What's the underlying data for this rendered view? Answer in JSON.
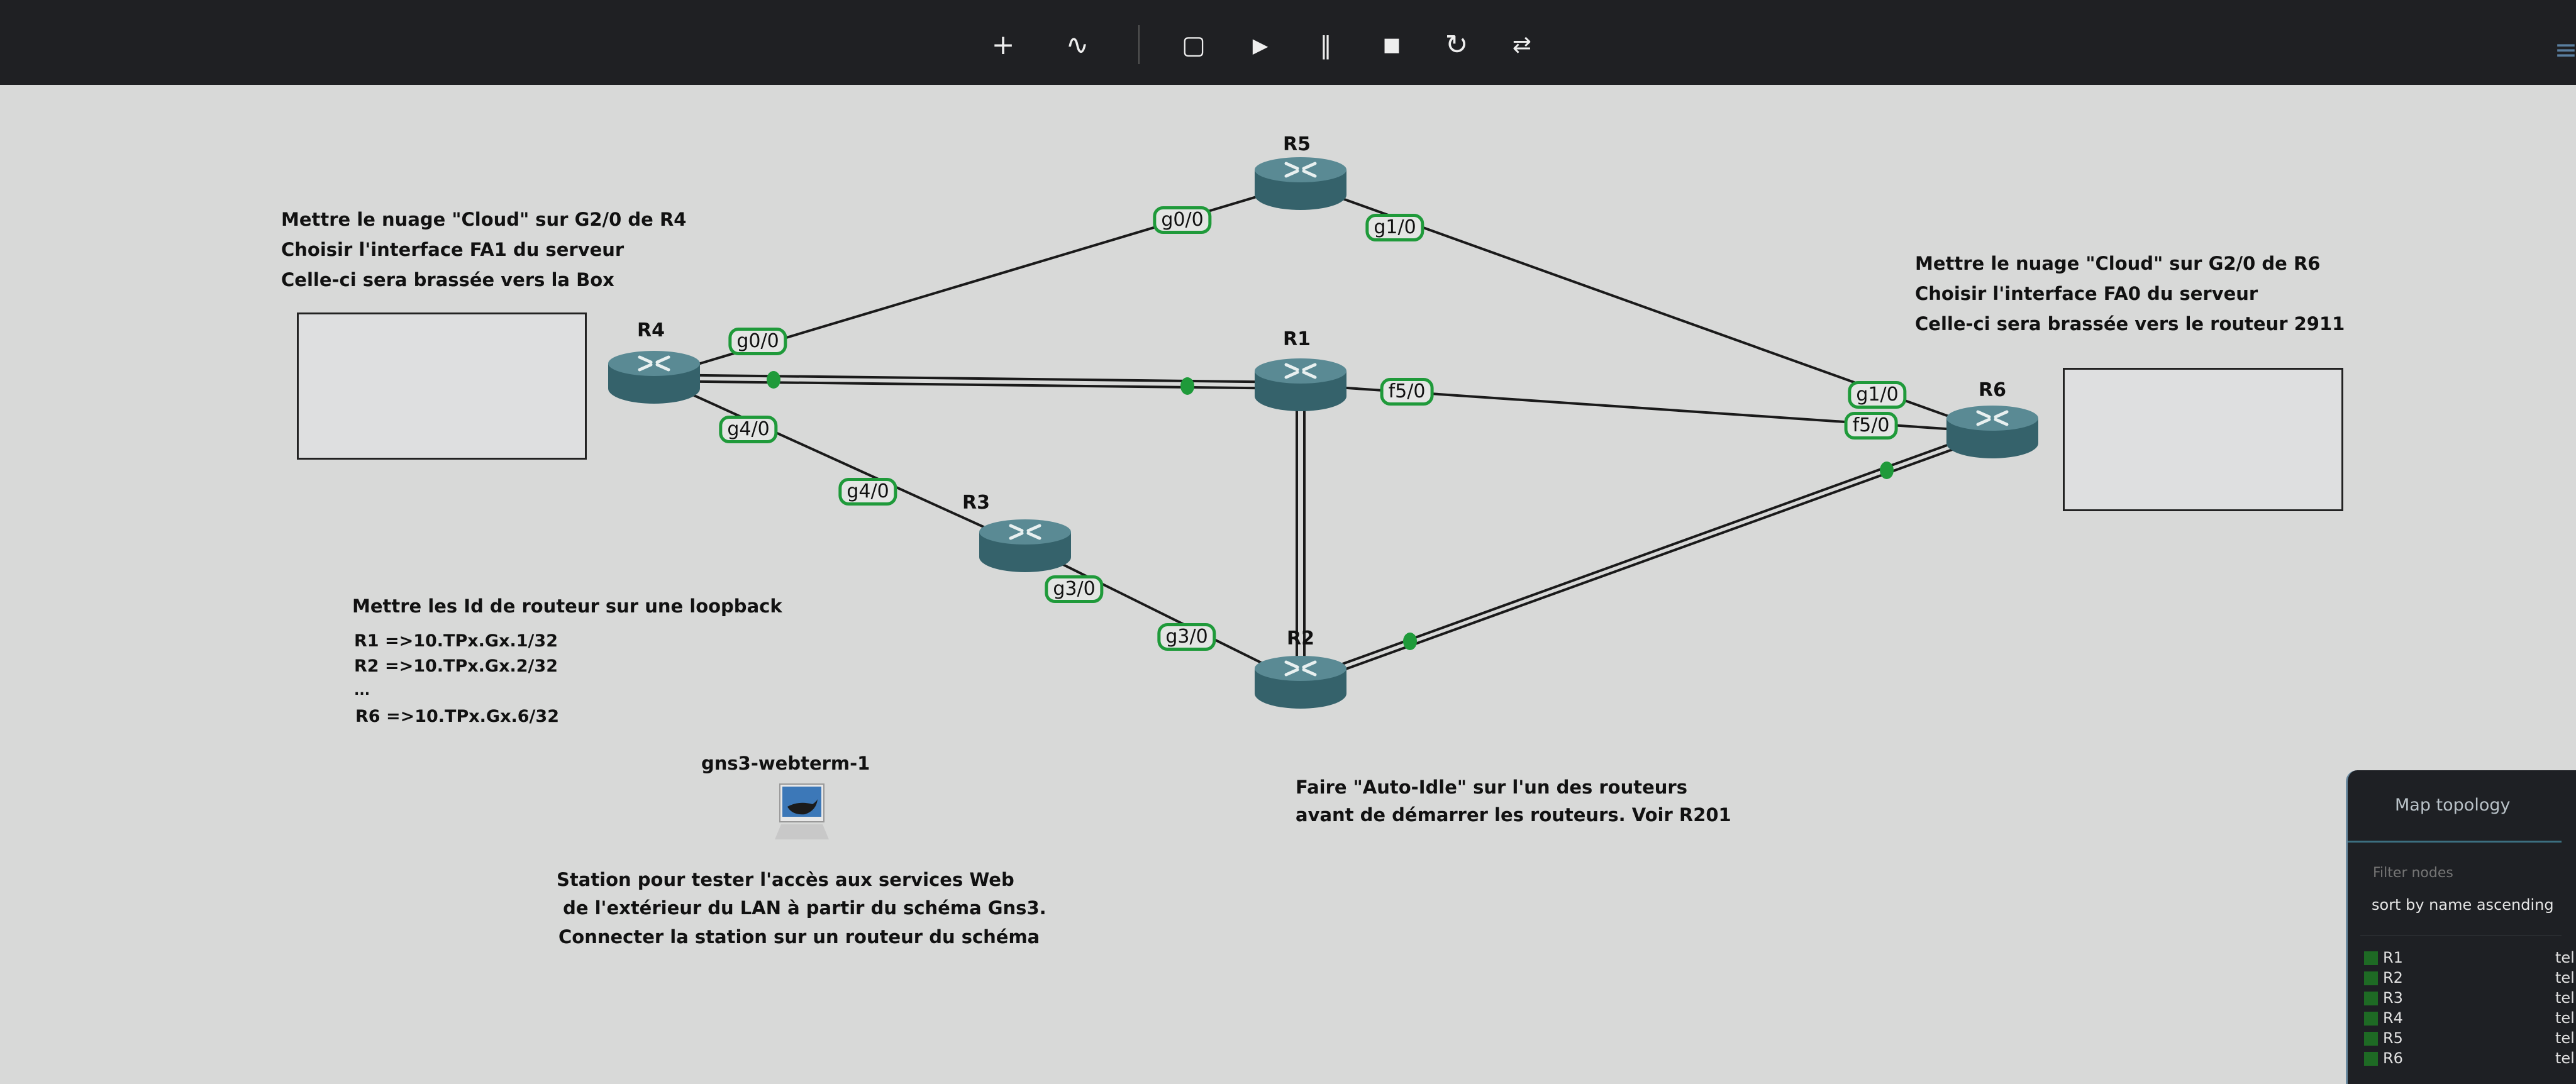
{
  "toolbar": {
    "icons": [
      "add-node-icon",
      "draw-link-icon",
      "console-icon",
      "start-icon",
      "pause-icon",
      "stop-icon",
      "reload-icon",
      "compress-icon",
      "menu-icon"
    ],
    "glyphs": {
      "add": "+",
      "link": "∿",
      "console": "▢",
      "start": "▶",
      "pause": "‖",
      "stop": "■",
      "reload": "↻",
      "compress": "⇄",
      "menu": "≡"
    }
  },
  "nodes": {
    "R1": "R1",
    "R2": "R2",
    "R3": "R3",
    "R4": "R4",
    "R5": "R5",
    "R6": "R6",
    "webterm": "gns3-webterm-1"
  },
  "ports": {
    "r4_r5_a": "g0/0",
    "r4_r5_b": "g0/0",
    "r5_r6_a": "g1/0",
    "r5_r6_b": "g1/0",
    "r1_r6_a": "f5/0",
    "r1_r6_b": "f5/0",
    "r4_r3_a": "g4/0",
    "r4_r3_b": "g4/0",
    "r3_r2_a": "g3/0",
    "r3_r2_b": "g3/0"
  },
  "notes": {
    "left_cloud": [
      "Mettre le nuage \"Cloud\" sur G2/0 de R4",
      "Choisir l'interface FA1 du serveur",
      "Celle-ci sera brassée vers la Box"
    ],
    "right_cloud": [
      "Mettre le nuage \"Cloud\" sur G2/0 de R6",
      "Choisir l'interface FA0 du serveur",
      "Celle-ci sera brassée vers le routeur 2911"
    ],
    "loopback": [
      "Mettre les Id de routeur sur une loopback",
      "R1 =>10.TPx.Gx.1/32",
      "R2 =>10.TPx.Gx.2/32",
      "...",
      "R6 =>10.TPx.Gx.6/32"
    ],
    "station": [
      "Station pour tester l'accès aux services Web",
      " de l'extérieur du LAN à partir du schéma Gns3.",
      "Connecter la station sur un routeur du schéma"
    ],
    "autoidle": [
      "Faire \"Auto-Idle\" sur l'un des routeurs",
      "avant de démarrer les routeurs. Voir R201"
    ]
  },
  "panel": {
    "title": "Map topology",
    "filter_placeholder": "Filter nodes",
    "sort": "sort by name ascending",
    "rows": [
      {
        "name": "R1",
        "console": "teln"
      },
      {
        "name": "R2",
        "console": "teln"
      },
      {
        "name": "R3",
        "console": "teln"
      },
      {
        "name": "R4",
        "console": "teln"
      },
      {
        "name": "R5",
        "console": "teln"
      },
      {
        "name": "R6",
        "console": "teln"
      }
    ]
  },
  "colors": {
    "toolbar": "#1f2023",
    "canvas": "#d8d9d8",
    "link_active": "#1f9a3a",
    "router": "#3f6e78",
    "node_status": "#1e6a24"
  }
}
